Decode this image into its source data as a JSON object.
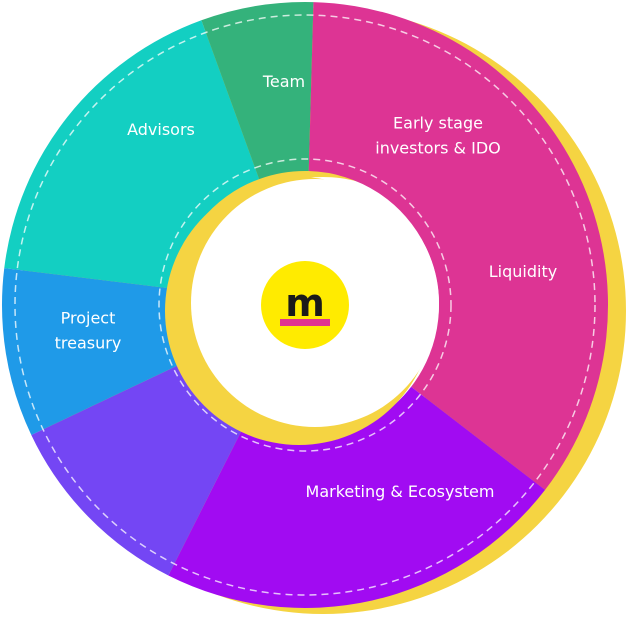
{
  "chart_data": {
    "type": "pie",
    "title": "",
    "center_logo": {
      "text": "m",
      "bg_color": "#FFEB00",
      "text_color": "#1a1a1a",
      "bar_color": "#E0338F"
    },
    "shadow_color": "#F5D442",
    "slices": [
      {
        "label": [
          "Early stage",
          "investors & IDO"
        ],
        "value": 17.5,
        "color": "#13CFC2"
      },
      {
        "label": [
          "Liquidity"
        ],
        "value": 6.0,
        "color": "#34B27B"
      },
      {
        "label": [
          "Marketing & Ecosystem"
        ],
        "value": 35.0,
        "color": "#DD3494"
      },
      {
        "label": [
          "Project",
          "treasury"
        ],
        "value": 22.0,
        "color": "#A10BF2"
      },
      {
        "label": [
          "Advisors"
        ],
        "value": 10.5,
        "color": "#7446F4"
      },
      {
        "label": [
          "Team"
        ],
        "value": 9.0,
        "color": "#1F9AE8"
      }
    ]
  }
}
